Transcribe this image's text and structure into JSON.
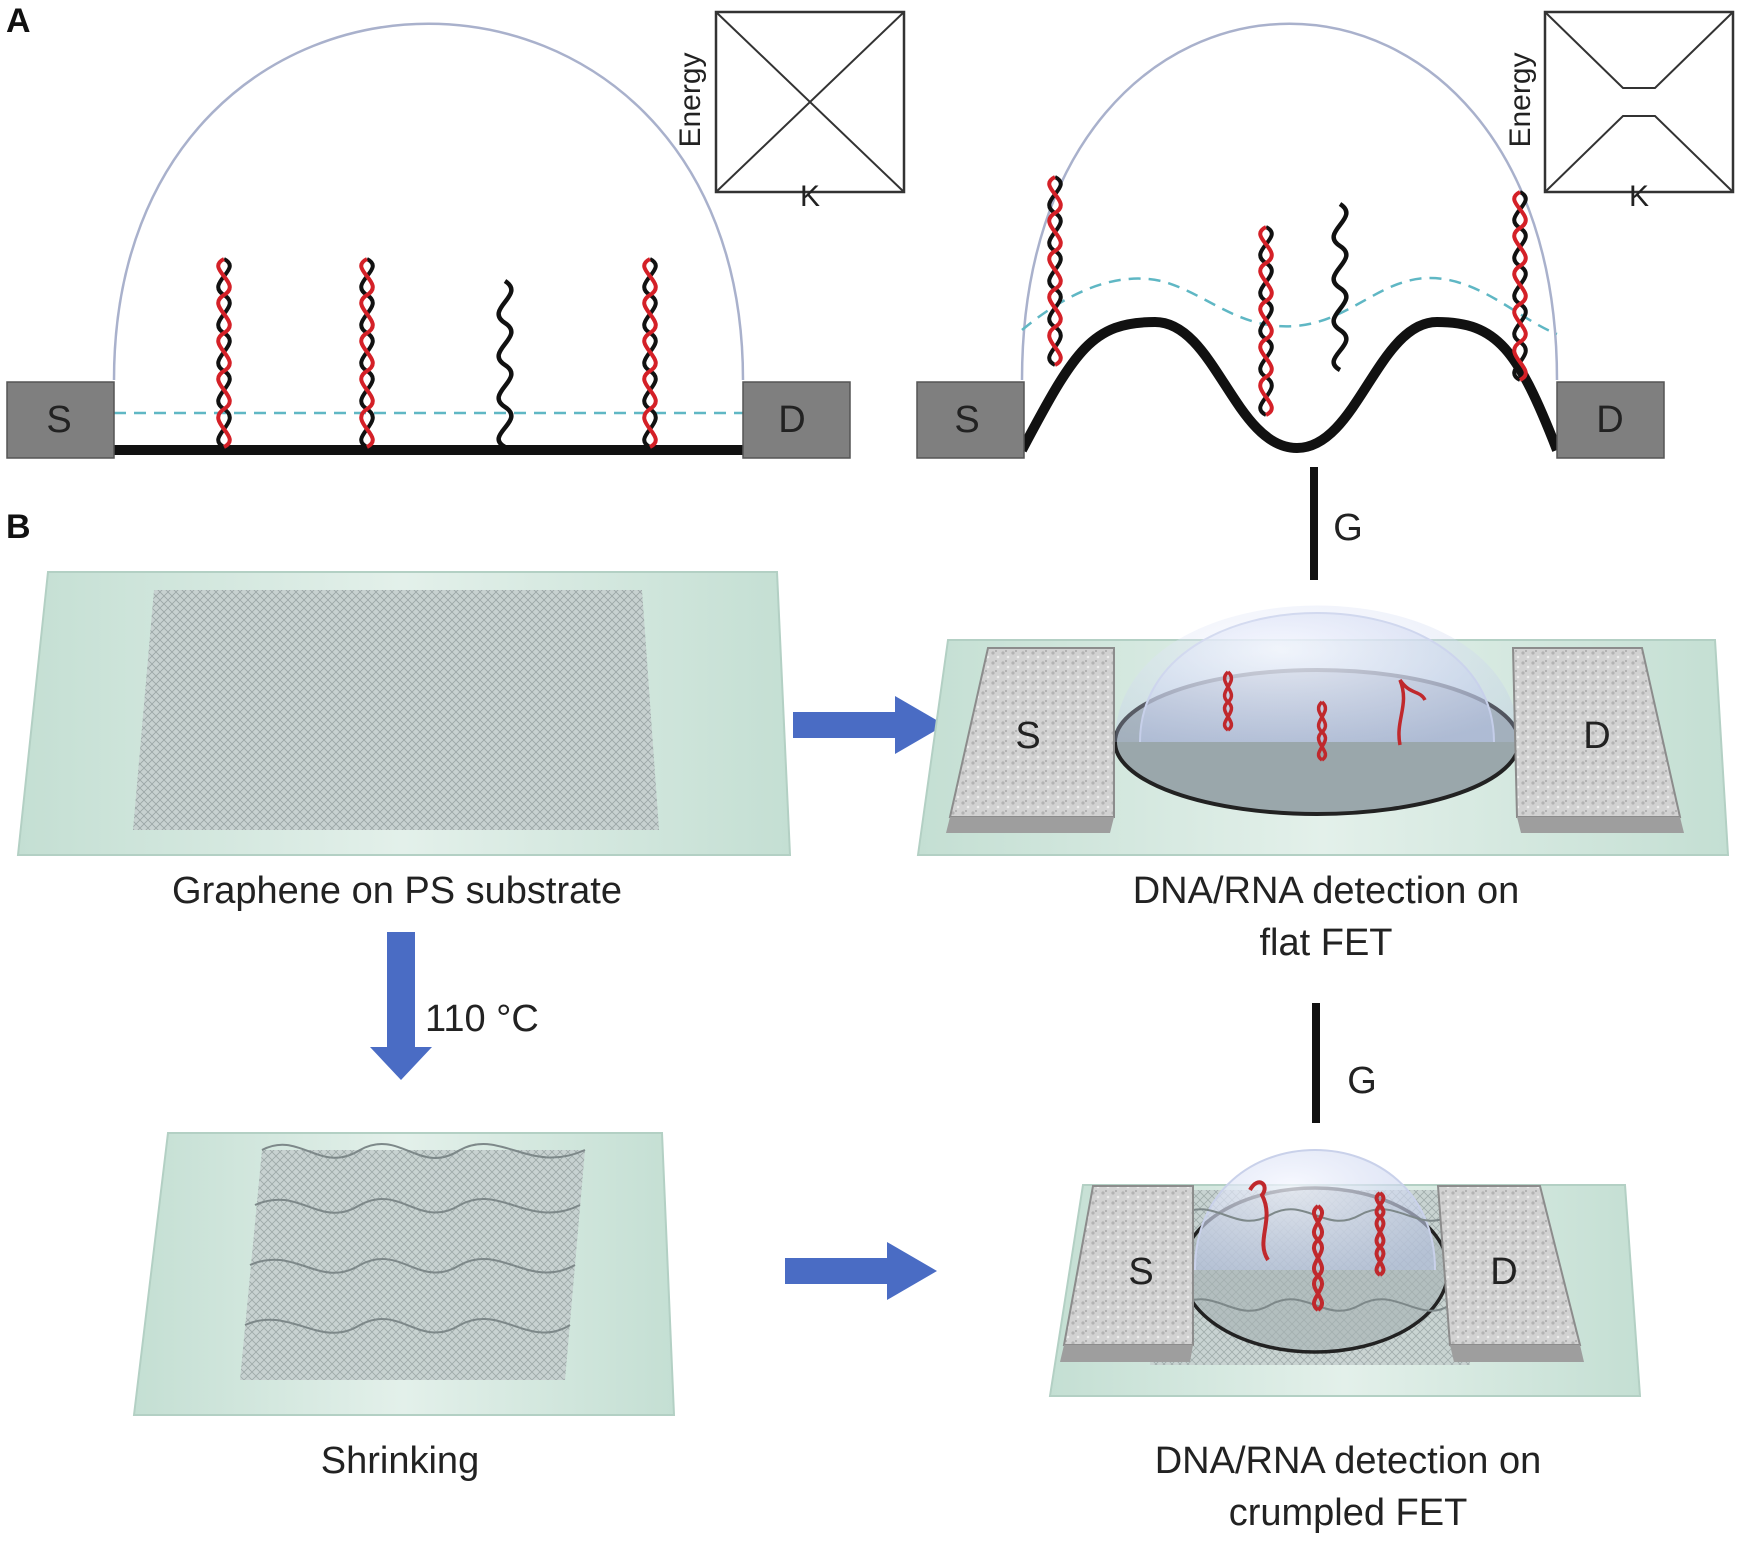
{
  "panels": {
    "a": "A",
    "b": "B"
  },
  "terminals": {
    "source": "S",
    "drain": "D",
    "gate": "G"
  },
  "inset": {
    "y_label": "Energy",
    "x_label": "K"
  },
  "captions": {
    "substrate": "Graphene on PS substrate",
    "temperature": "110 °C",
    "shrinking": "Shrinking",
    "flat_line1": "DNA/RNA detection on",
    "flat_line2": "flat FET",
    "crumpled_line1": "DNA/RNA detection on",
    "crumpled_line2": "crumpled FET"
  },
  "colors": {
    "dna_red": "#d42027",
    "strand_black": "#111111",
    "dashed_line": "#5fb7c4",
    "arrow": "#4a6cc4",
    "electrode_2d": "#7f7f7f",
    "substrate": "#cfe5dc",
    "dome_outline": "#a9b1cc"
  }
}
